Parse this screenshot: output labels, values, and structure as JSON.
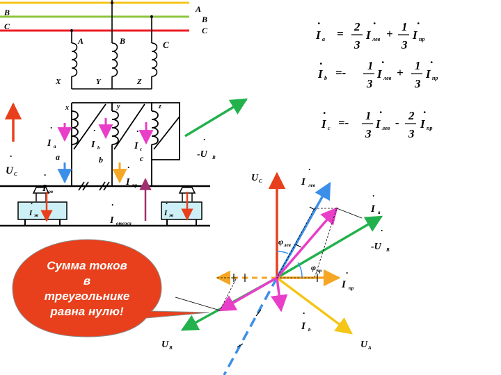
{
  "lines": {
    "B": "B",
    "C": "C"
  },
  "lines_right": {
    "A": "A",
    "B": "B",
    "C": "C"
  },
  "transformer": {
    "A": "A",
    "B": "B",
    "C": "C",
    "X": "X",
    "Y": "Y",
    "Z": "Z",
    "x": "x",
    "y": "y",
    "z": "z",
    "a": "a",
    "b": "b",
    "c": "c"
  },
  "currents": {
    "I": "I",
    "a": "a",
    "b": "b",
    "c": "c",
    "pr": "пр",
    "otsosa": "отсоса",
    "ev": "эв",
    "lev": "лев"
  },
  "voltages": {
    "U": "U",
    "C": "C",
    "B": "B",
    "A": "A",
    "minus_U": "-U"
  },
  "equations": {
    "eq_a": {
      "left": "I",
      "sub": "a",
      "eq": "=",
      "n1": "2",
      "d1": "3",
      "t1": "I",
      "s1": "лев",
      "op": "+",
      "n2": "1",
      "d2": "3",
      "t2": "I",
      "s2": "пр"
    },
    "eq_b": {
      "left": "I",
      "sub": "b",
      "eq": "=-",
      "n1": "1",
      "d1": "3",
      "t1": "I",
      "s1": "лев",
      "op": "+",
      "n2": "1",
      "d2": "3",
      "t2": "I",
      "s2": "пр"
    },
    "eq_c": {
      "left": "I",
      "sub": "c",
      "eq": "=-",
      "n1": "1",
      "d1": "3",
      "t1": "I",
      "s1": "лев",
      "op": "-",
      "n2": "2",
      "d2": "3",
      "t2": "I",
      "s2": "пр"
    }
  },
  "vector": {
    "phi": "φ",
    "phi_lev": "лев",
    "phi_pr": "пр"
  },
  "bubble": {
    "lines": [
      "Сумма токов",
      "в",
      "треугольнике",
      "равна нулю!"
    ]
  },
  "colors": {
    "line_a": "#f5c518",
    "line_b": "#8dc63f",
    "line_c": "#ed1c24",
    "green": "#22b14c",
    "blue": "#3c8fe8",
    "magenta": "#e83ec8",
    "orange": "#f5a623",
    "yellow": "#f5c518",
    "red": "#e8401c",
    "bubble": "#e8401c"
  }
}
